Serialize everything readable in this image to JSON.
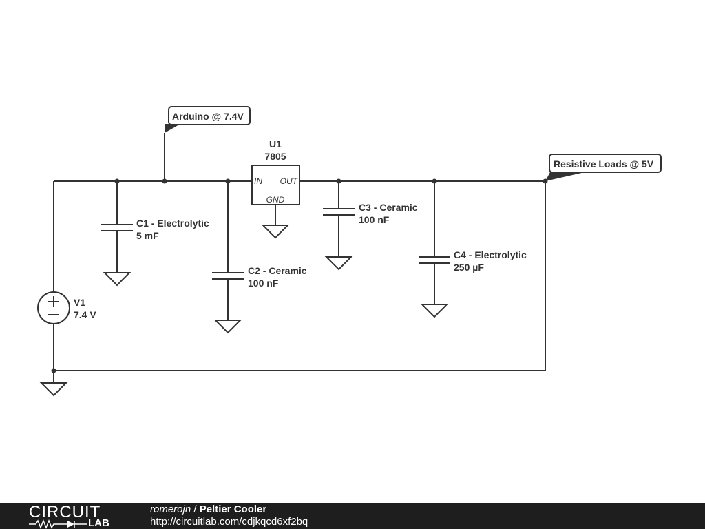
{
  "net_labels": {
    "arduino": "Arduino @ 7.4V",
    "loads": "Resistive Loads @ 5V"
  },
  "components": {
    "u1": {
      "ref": "U1",
      "part": "7805",
      "pin_in": "IN",
      "pin_out": "OUT",
      "pin_gnd": "GND"
    },
    "c1": {
      "name": "C1 - Electrolytic",
      "value": "5 mF"
    },
    "c2": {
      "name": "C2 - Ceramic",
      "value": "100 nF"
    },
    "c3": {
      "name": "C3 - Ceramic",
      "value": "100 nF"
    },
    "c4": {
      "name": "C4 - Electrolytic",
      "value": "250 µF"
    },
    "v1": {
      "ref": "V1",
      "value": "7.4 V"
    }
  },
  "footer": {
    "logo_top": "CIRCUIT",
    "logo_bottom": "LAB",
    "author": "romerojn",
    "separator": " / ",
    "title": "Peltier Cooler",
    "url": "http://circuitlab.com/cdjkqcd6xf2bq"
  },
  "colors": {
    "wire": "#333333",
    "footer_bg": "#1e1e1e",
    "footer_text": "#ffffff"
  }
}
